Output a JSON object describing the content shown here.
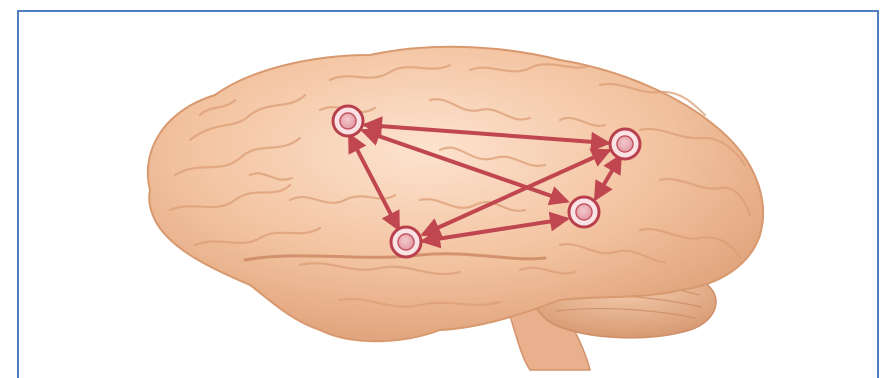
{
  "diagram": {
    "kind": "brain-network",
    "colors": {
      "frame": "#4f7fbd",
      "brain": "#f3c3a0",
      "brain_shadow": "#e0a27a",
      "brain_highlight": "#fbdcc4",
      "node_fill": "#e8a4ad",
      "node_ring": "#b8414d",
      "edge": "#c0464f"
    },
    "nodes": [
      {
        "id": "n1"
      },
      {
        "id": "n2"
      },
      {
        "id": "n3"
      },
      {
        "id": "n4"
      },
      {
        "id": "n5"
      }
    ],
    "edges": [
      {
        "from": "n1",
        "to": "n2",
        "bidirectional": true
      },
      {
        "from": "n1",
        "to": "n3",
        "bidirectional": true
      },
      {
        "from": "n1",
        "to": "n4",
        "bidirectional": true
      },
      {
        "from": "n2",
        "to": "n4",
        "bidirectional": true
      },
      {
        "from": "n2",
        "to": "n3",
        "bidirectional": true
      },
      {
        "from": "n3",
        "to": "n4",
        "bidirectional": true
      }
    ]
  }
}
